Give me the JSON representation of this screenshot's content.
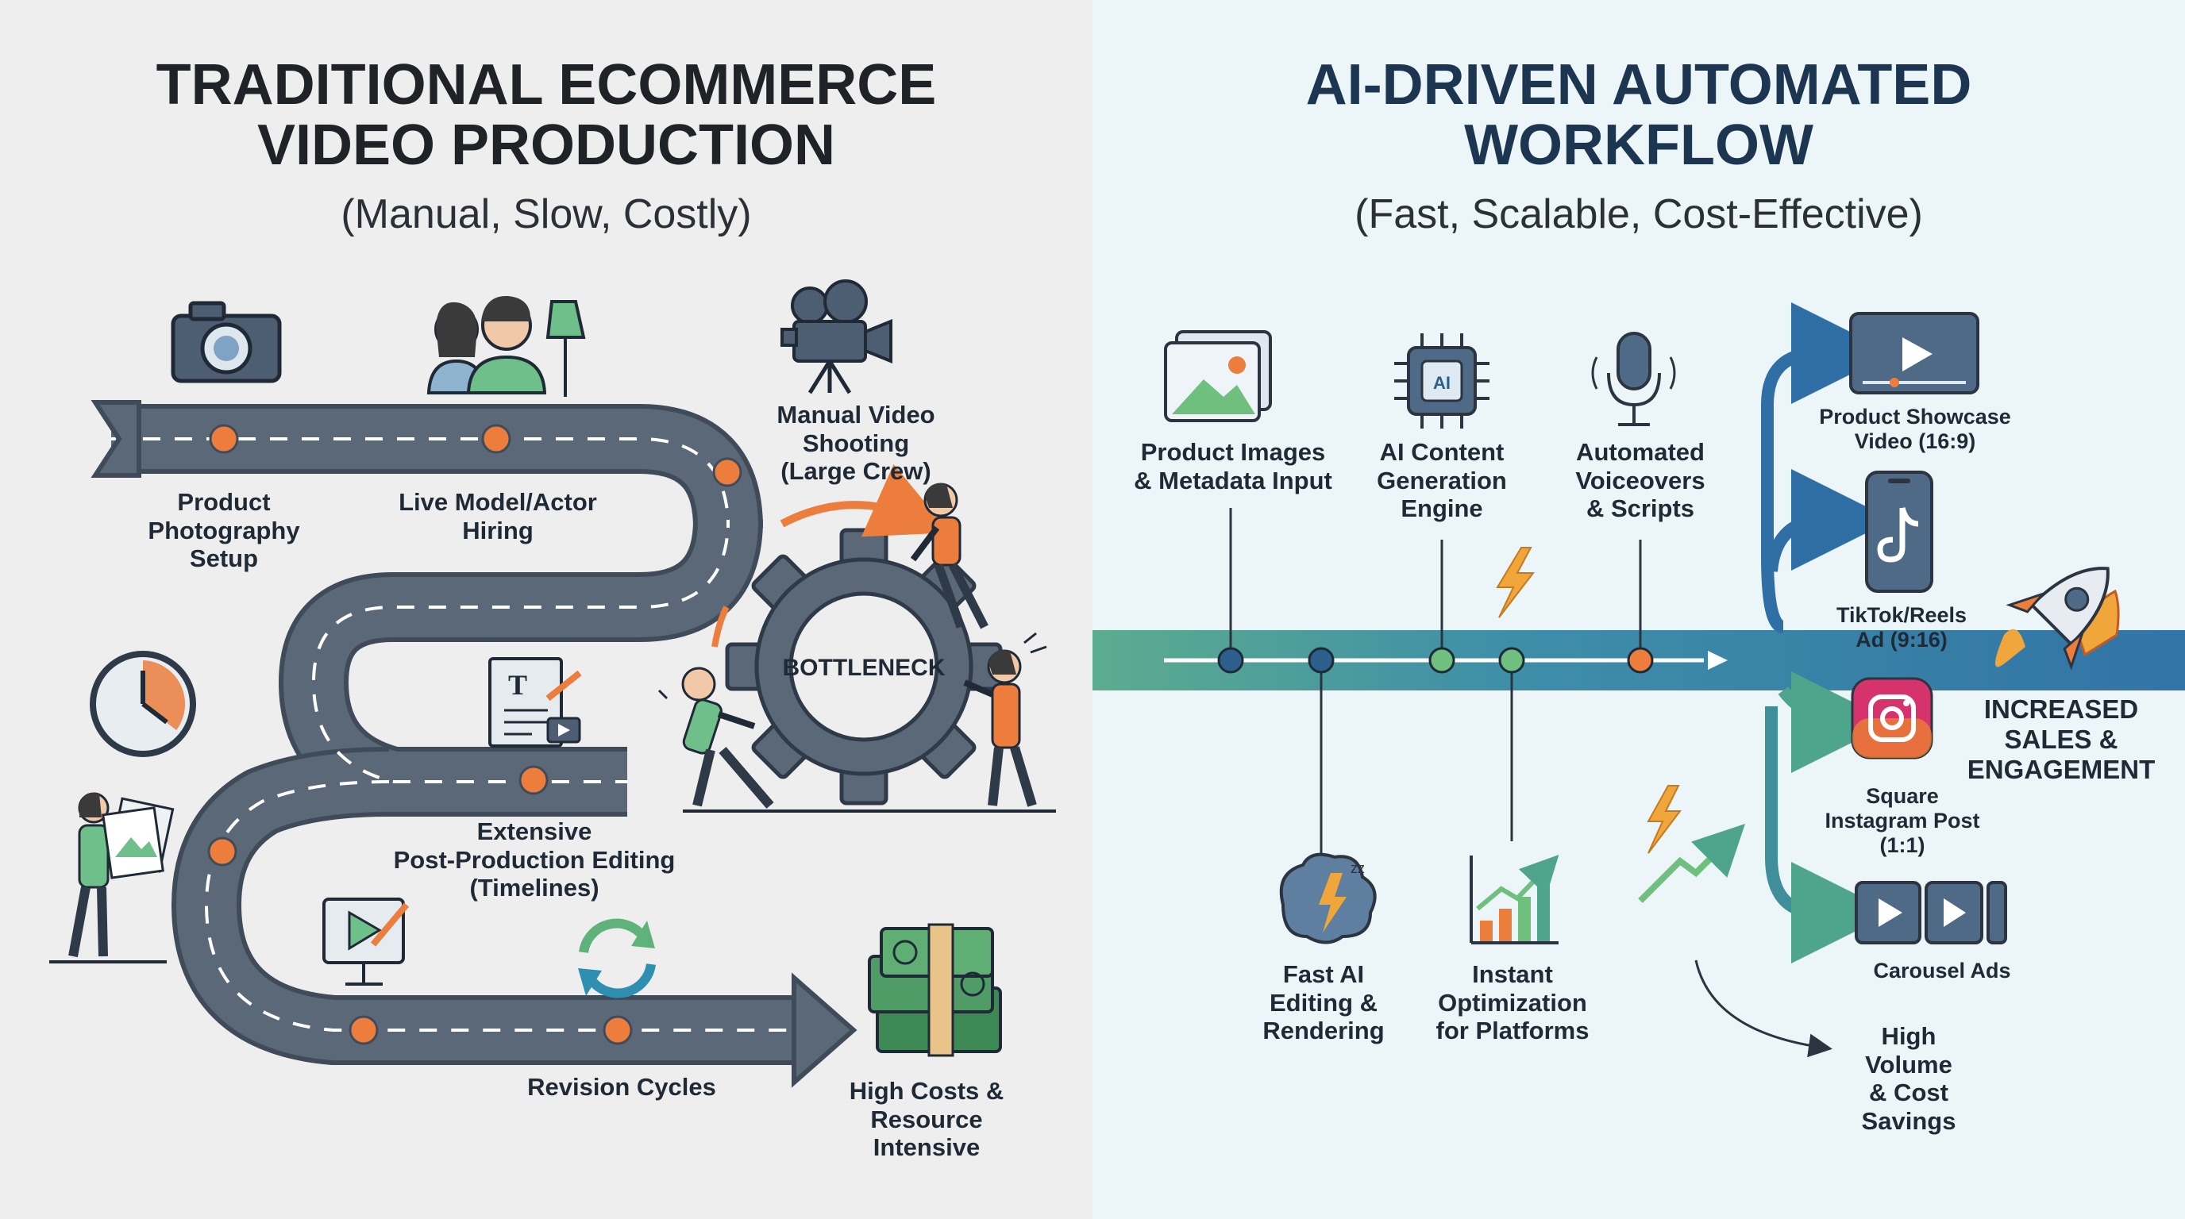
{
  "left": {
    "title_line1": "TRADITIONAL ECOMMERCE",
    "title_line2": "VIDEO PRODUCTION",
    "subtitle": "(Manual, Slow, Costly)",
    "steps": [
      "Product\nPhotography\nSetup",
      "Live Model/Actor\nHiring",
      "Manual Video\nShooting\n(Large Crew)",
      "Extensive\nPost-Production Editing\n(Timelines)",
      "Revision Cycles",
      "High Costs &\nResource Intensive"
    ],
    "gear_label": "BOTTLENECK"
  },
  "right": {
    "title_line1": "AI-DRIVEN AUTOMATED",
    "title_line2": "WORKFLOW",
    "subtitle": "(Fast, Scalable, Cost-Effective)",
    "top_steps": [
      "Product Images\n& Metadata Input",
      "AI Content\nGeneration\nEngine",
      "Automated\nVoiceovers\n& Scripts"
    ],
    "bottom_steps": [
      "Fast AI\nEditing &\nRendering",
      "Instant\nOptimization\nfor Platforms"
    ],
    "outputs": [
      "Product Showcase\nVideo (16:9)",
      "TikTok/Reels\nAd (9:16)",
      "Square\nInstagram Post\n(1:1)",
      "Carousel Ads"
    ],
    "result": "INCREASED\nSALES &\nENGAGEMENT",
    "volume": "High\nVolume\n& Cost\nSavings"
  },
  "colors": {
    "road": "#5a6878",
    "road_edge": "#3f4b59",
    "node_orange": "#ec7d3c",
    "arrow_blue": "#2f6fa5",
    "arrow_green": "#5fb37a",
    "node_blue": "#2d5f8c"
  }
}
